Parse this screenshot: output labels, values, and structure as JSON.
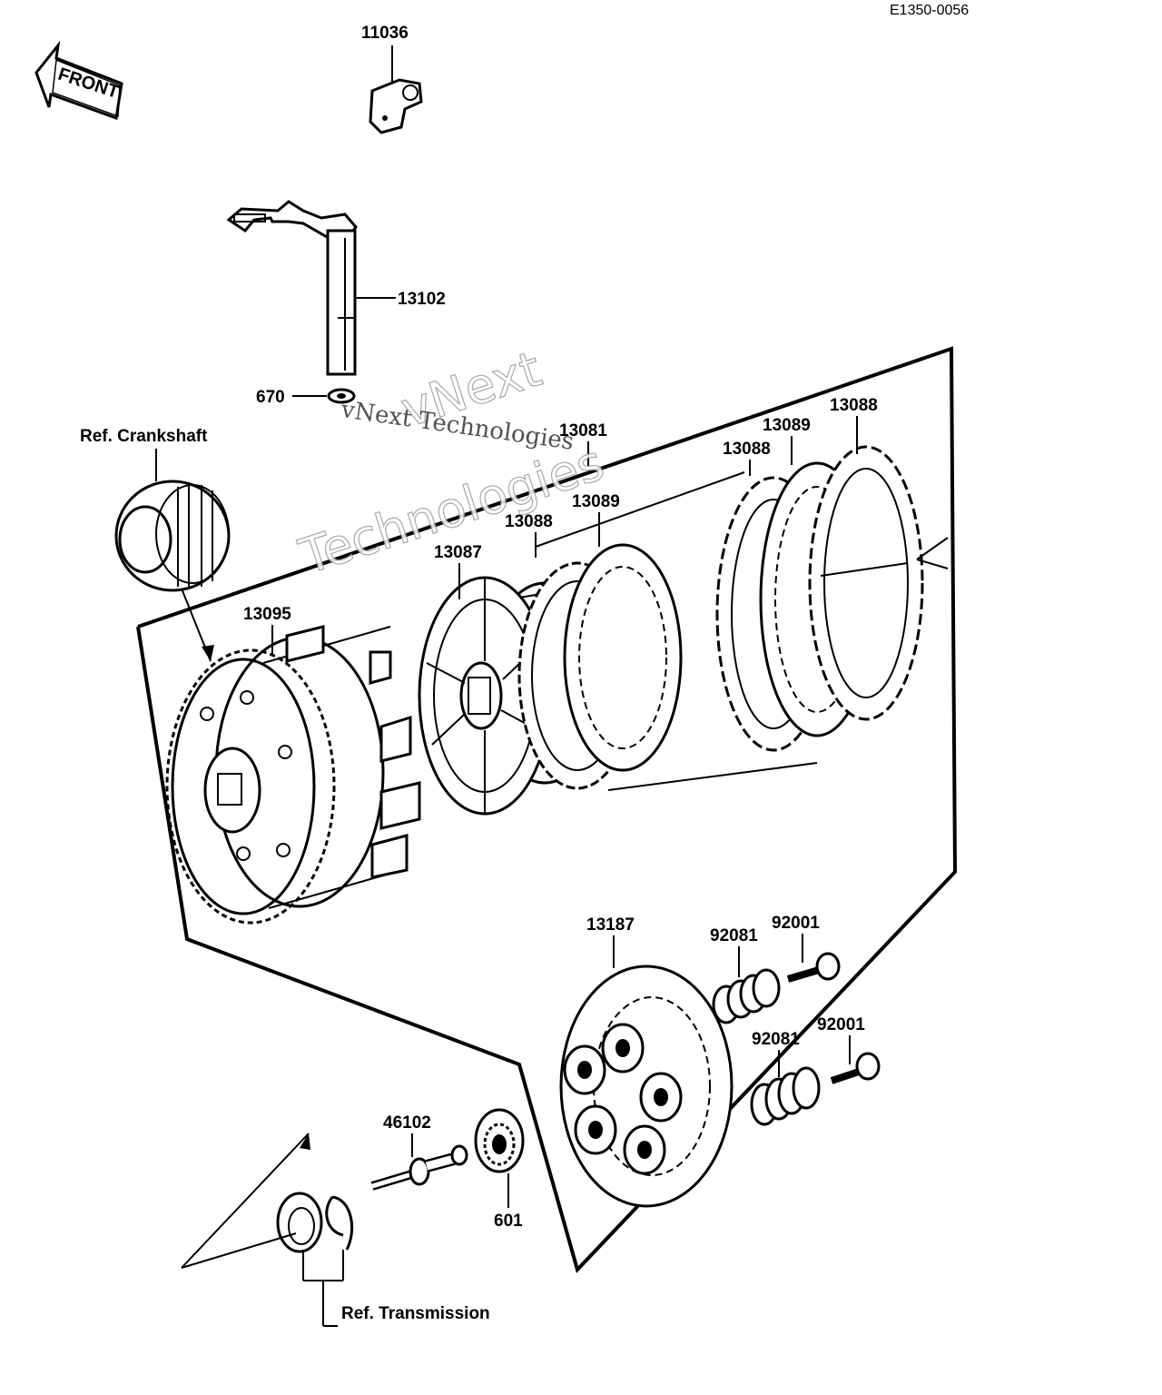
{
  "diagram_code": "E1350-0056",
  "front_arrow_text": "FRONT",
  "watermark": {
    "line1": "vNext",
    "line2": "Technologies",
    "small": "vNext Technologies"
  },
  "reference_labels": {
    "crankshaft": "Ref. Crankshaft",
    "transmission": "Ref. Transmission"
  },
  "parts": [
    {
      "id": "p11036",
      "number": "11036"
    },
    {
      "id": "p13102",
      "number": "13102"
    },
    {
      "id": "p670",
      "number": "670"
    },
    {
      "id": "p13081",
      "number": "13081"
    },
    {
      "id": "p13088a",
      "number": "13088"
    },
    {
      "id": "p13089a",
      "number": "13089"
    },
    {
      "id": "p13088b",
      "number": "13088"
    },
    {
      "id": "p13089b",
      "number": "13089"
    },
    {
      "id": "p13088c",
      "number": "13088"
    },
    {
      "id": "p13087",
      "number": "13087"
    },
    {
      "id": "p13095",
      "number": "13095"
    },
    {
      "id": "p13187",
      "number": "13187"
    },
    {
      "id": "p92081a",
      "number": "92081"
    },
    {
      "id": "p92001a",
      "number": "92001"
    },
    {
      "id": "p92081b",
      "number": "92081"
    },
    {
      "id": "p92001b",
      "number": "92001"
    },
    {
      "id": "p46102",
      "number": "46102"
    },
    {
      "id": "p601",
      "number": "601"
    }
  ]
}
